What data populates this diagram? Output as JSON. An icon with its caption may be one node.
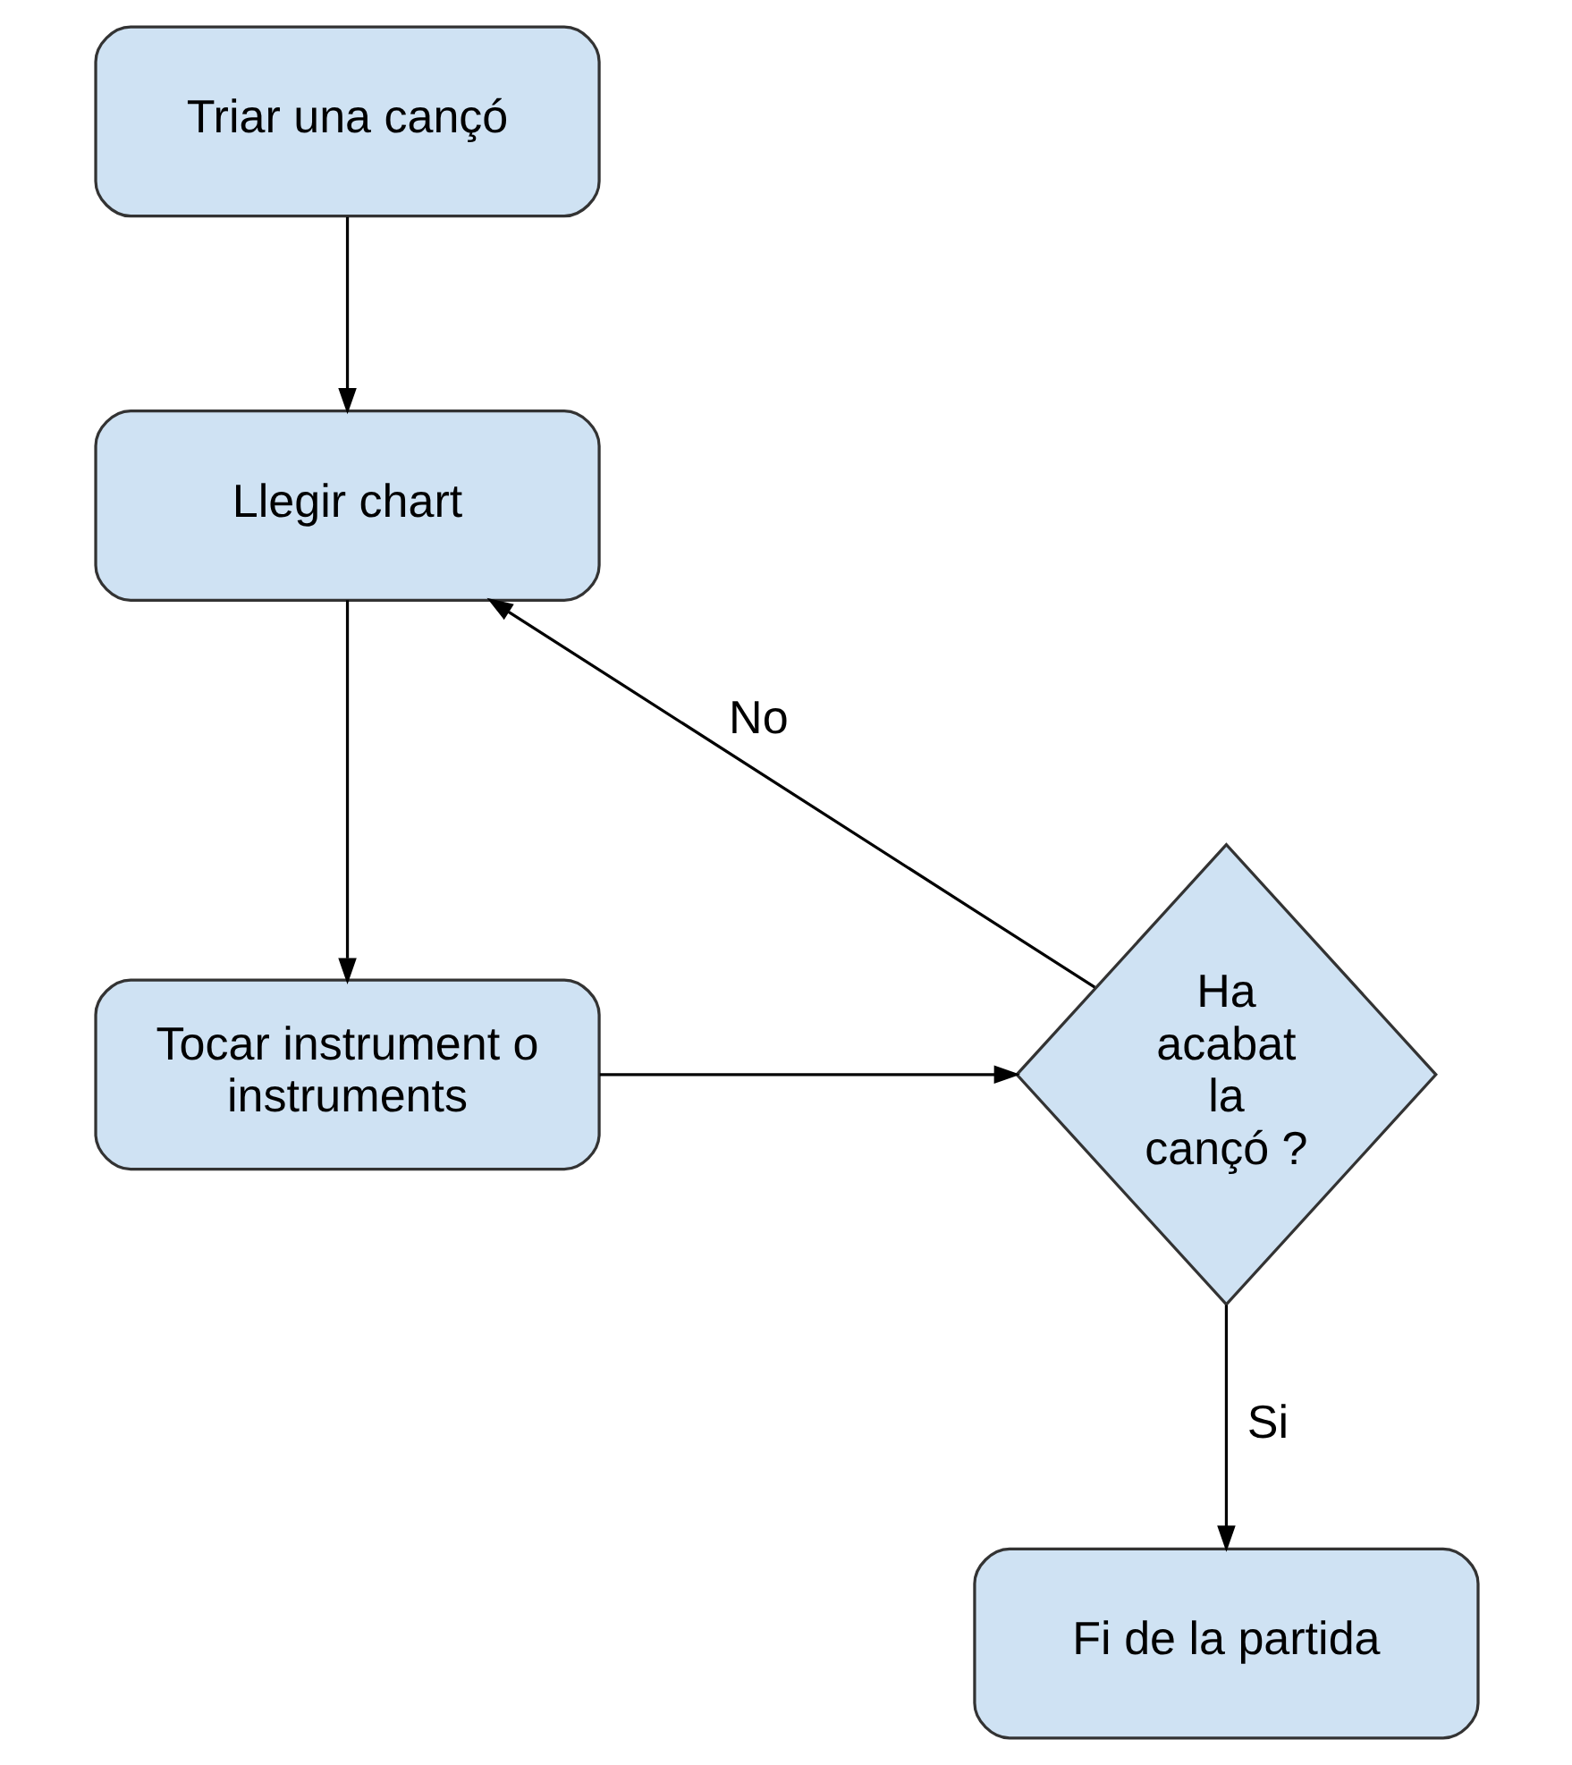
{
  "diagram": {
    "nodes": [
      {
        "text": [
          "Triar una cançó"
        ]
      },
      {
        "text": [
          "Llegir chart"
        ]
      },
      {
        "text": [
          "Tocar instrument o instruments"
        ]
      },
      {
        "text": [
          "Ha acabat la cançó ?"
        ]
      },
      {
        "text": [
          "Fi de la partida"
        ]
      }
    ],
    "edges": [
      {
        "from": 0,
        "to": 1,
        "arrow": "to"
      },
      {
        "from": 1,
        "to": 2,
        "arrow": "to"
      },
      {
        "from": 2,
        "to": 3,
        "arrow": "to"
      },
      {
        "from": 3,
        "to": 1,
        "arrow": "to",
        "label": "No"
      },
      {
        "from": 3,
        "to": 4,
        "arrow": "to",
        "label": "Si"
      }
    ]
  }
}
